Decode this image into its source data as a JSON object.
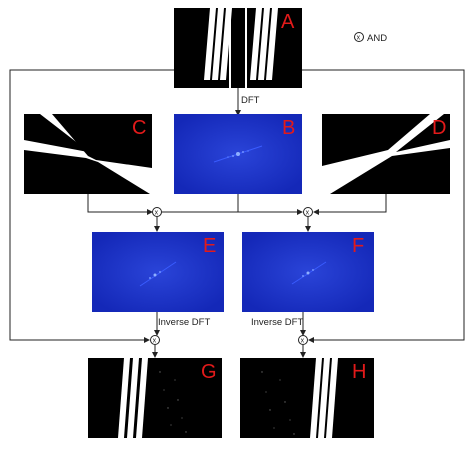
{
  "legend": {
    "symbol": "x",
    "label": "AND"
  },
  "panels": {
    "A": "A",
    "B": "B",
    "C": "C",
    "D": "D",
    "E": "E",
    "F": "F",
    "G": "G",
    "H": "H"
  },
  "edges": {
    "dft": "DFT",
    "inverse_left": "Inverse DFT",
    "inverse_right": "Inverse DFT"
  },
  "colors": {
    "panel_letter": "#e21a1a",
    "spectrum_blue": "#1a2fc2",
    "mask_black": "#000000",
    "wire": "#222222"
  }
}
